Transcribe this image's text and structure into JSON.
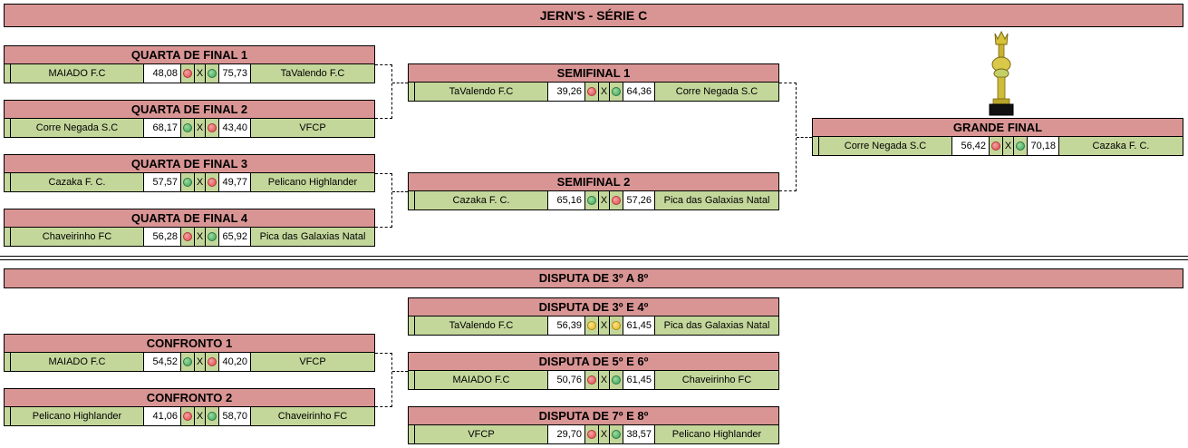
{
  "title": "JERN'S - SÉRIE C",
  "section2_title": "DISPUTA DE 3º A 8º",
  "icons": {
    "win": "green-dot-icon",
    "loss": "red-dot-icon",
    "tie": "yellow-dot-icon",
    "trophy": "trophy-icon"
  },
  "colors": {
    "header": "#d99594",
    "row": "#c4d79b",
    "win": "#3aa35a",
    "loss": "#e0474d",
    "tie": "#e6b422"
  },
  "matches": {
    "qf1": {
      "label": "QUARTA DE FINAL 1",
      "team1": "MAIADO F.C",
      "score1": "48,08",
      "result1": "red",
      "x": "X",
      "result2": "green",
      "score2": "75,73",
      "team2": "TaValendo F.C"
    },
    "qf2": {
      "label": "QUARTA DE FINAL 2",
      "team1": "Corre Negada S.C",
      "score1": "68,17",
      "result1": "green",
      "x": "X",
      "result2": "red",
      "score2": "43,40",
      "team2": "VFCP"
    },
    "qf3": {
      "label": "QUARTA DE FINAL 3",
      "team1": "Cazaka F. C.",
      "score1": "57,57",
      "result1": "green",
      "x": "X",
      "result2": "red",
      "score2": "49,77",
      "team2": "Pelicano Highlander"
    },
    "qf4": {
      "label": "QUARTA DE FINAL 4",
      "team1": "Chaveirinho FC",
      "score1": "56,28",
      "result1": "red",
      "x": "X",
      "result2": "green",
      "score2": "65,92",
      "team2": "Pica das Galaxias Natal"
    },
    "sf1": {
      "label": "SEMIFINAL 1",
      "team1": "TaValendo F.C",
      "score1": "39,26",
      "result1": "red",
      "x": "X",
      "result2": "green",
      "score2": "64,36",
      "team2": "Corre Negada S.C"
    },
    "sf2": {
      "label": "SEMIFINAL 2",
      "team1": "Cazaka F. C.",
      "score1": "65,16",
      "result1": "green",
      "x": "X",
      "result2": "red",
      "score2": "57,26",
      "team2": "Pica das Galaxias Natal"
    },
    "final": {
      "label": "GRANDE FINAL",
      "team1": "Corre Negada S.C",
      "score1": "56,42",
      "result1": "red",
      "x": "X",
      "result2": "green",
      "score2": "70,18",
      "team2": "Cazaka F. C."
    },
    "c1": {
      "label": "CONFRONTO 1",
      "team1": "MAIADO F.C",
      "score1": "54,52",
      "result1": "green",
      "x": "X",
      "result2": "red",
      "score2": "40,20",
      "team2": "VFCP"
    },
    "c2": {
      "label": "CONFRONTO 2",
      "team1": "Pelicano Highlander",
      "score1": "41,06",
      "result1": "red",
      "x": "X",
      "result2": "green",
      "score2": "58,70",
      "team2": "Chaveirinho FC"
    },
    "d34": {
      "label": "DISPUTA DE 3º E 4º",
      "team1": "TaValendo F.C",
      "score1": "56,39",
      "result1": "yellow",
      "x": "X",
      "result2": "yellow",
      "score2": "61,45",
      "team2": "Pica das Galaxias Natal"
    },
    "d56": {
      "label": "DISPUTA DE 5º E 6º",
      "team1": "MAIADO F.C",
      "score1": "50,76",
      "result1": "red",
      "x": "X",
      "result2": "green",
      "score2": "61,45",
      "team2": "Chaveirinho FC"
    },
    "d78": {
      "label": "DISPUTA DE 7º E 8º",
      "team1": "VFCP",
      "score1": "29,70",
      "result1": "red",
      "x": "X",
      "result2": "green",
      "score2": "38,57",
      "team2": "Pelicano Highlander"
    }
  }
}
